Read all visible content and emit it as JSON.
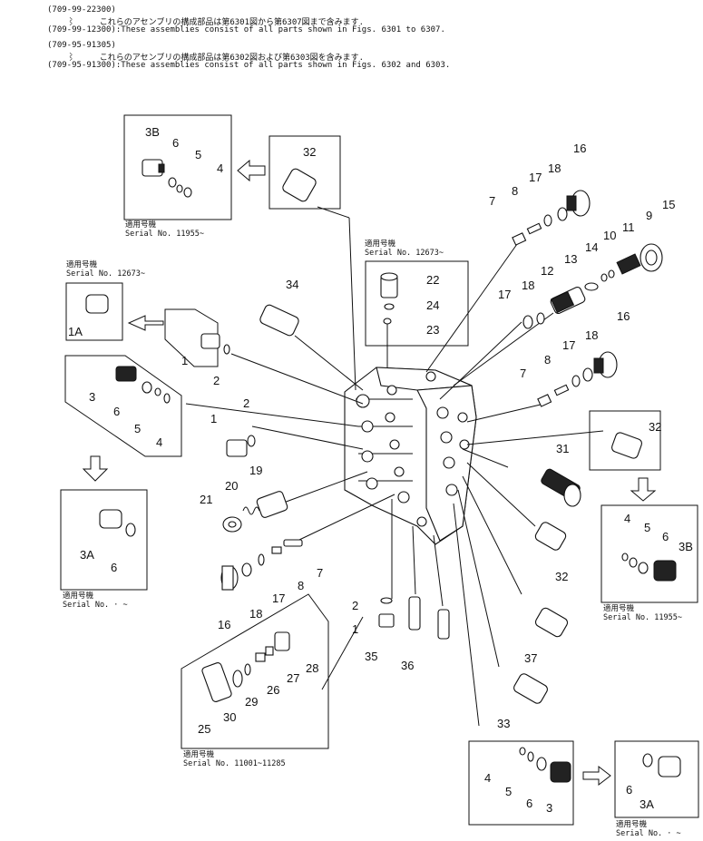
{
  "header": {
    "line1": "(709-99-22300)",
    "line2": "    ⌇     これらのアセンブリの構成部品は第6301図から第6307図まで含みます.",
    "line3": "(709-99-12300):These assemblies consist of all parts shown in Figs. 6301 to 6307.",
    "line4": "(709-95-91305)",
    "line5": "    ⌇     これらのアセンブリの構成部品は第6302図および第6303図を含みます.",
    "line6": "(709-95-91300):These assemblies consist of all parts shown in Figs. 6302 and 6303."
  },
  "serials": {
    "topleft_jp": "適用号機",
    "topleft_en": "Serial  No.  11955~",
    "center_jp": "適用号機",
    "center_en": "Serial  No.  12673~",
    "left_jp": "適用号機",
    "left_en": "Serial  No.  12673~",
    "leftbottom_jp": "適用号機",
    "leftbottom_en": "Serial  No.    ·  ~",
    "bottomleft_jp": "適用号機",
    "bottomleft_en": "Serial  No.  11001~11285",
    "right_jp": "適用号機",
    "right_en": "Serial  No.  11955~",
    "bottomright_jp": "適用号機",
    "bottomright_en": "Serial  No.    ·  ~"
  },
  "labels": {
    "3B_tl": "3B",
    "6_tl": "6",
    "5_tl": "5",
    "4_tl": "4",
    "32_top": "32",
    "16_top": "16",
    "18_top": "18",
    "17_top": "17",
    "8_top": "8",
    "7_top": "7",
    "15": "15",
    "9": "9",
    "11": "11",
    "10": "10",
    "14": "14",
    "13": "13",
    "12": "12",
    "18_mid": "18",
    "17_mid": "17",
    "16_r": "16",
    "18_r": "18",
    "17_r": "17",
    "8_r": "8",
    "7_r": "7",
    "22": "22",
    "24": "24",
    "23": "23",
    "34": "34",
    "1A": "1A",
    "1_l": "1",
    "2_l": "2",
    "3_l": "3",
    "6_l": "6",
    "5_l": "5",
    "4_l": "4",
    "2_m": "2",
    "1_m": "1",
    "19": "19",
    "20": "20",
    "21": "21",
    "3A_l": "3A",
    "6_lb": "6",
    "8_m": "8",
    "7_m": "7",
    "17_m": "17",
    "18_m": "18",
    "16_m": "16",
    "32_r": "32",
    "31": "31",
    "4_r": "4",
    "5_r": "5",
    "6_r": "6",
    "3B_r": "3B",
    "32_b": "32",
    "37": "37",
    "33": "33",
    "2_b": "2",
    "1_b": "1",
    "35": "35",
    "36": "36",
    "28": "28",
    "27": "27",
    "26": "26",
    "29": "29",
    "30": "30",
    "25": "25",
    "4_br": "4",
    "5_br": "5",
    "6_br": "6",
    "3_br": "3",
    "6_br2": "6",
    "3A_br": "3A"
  }
}
